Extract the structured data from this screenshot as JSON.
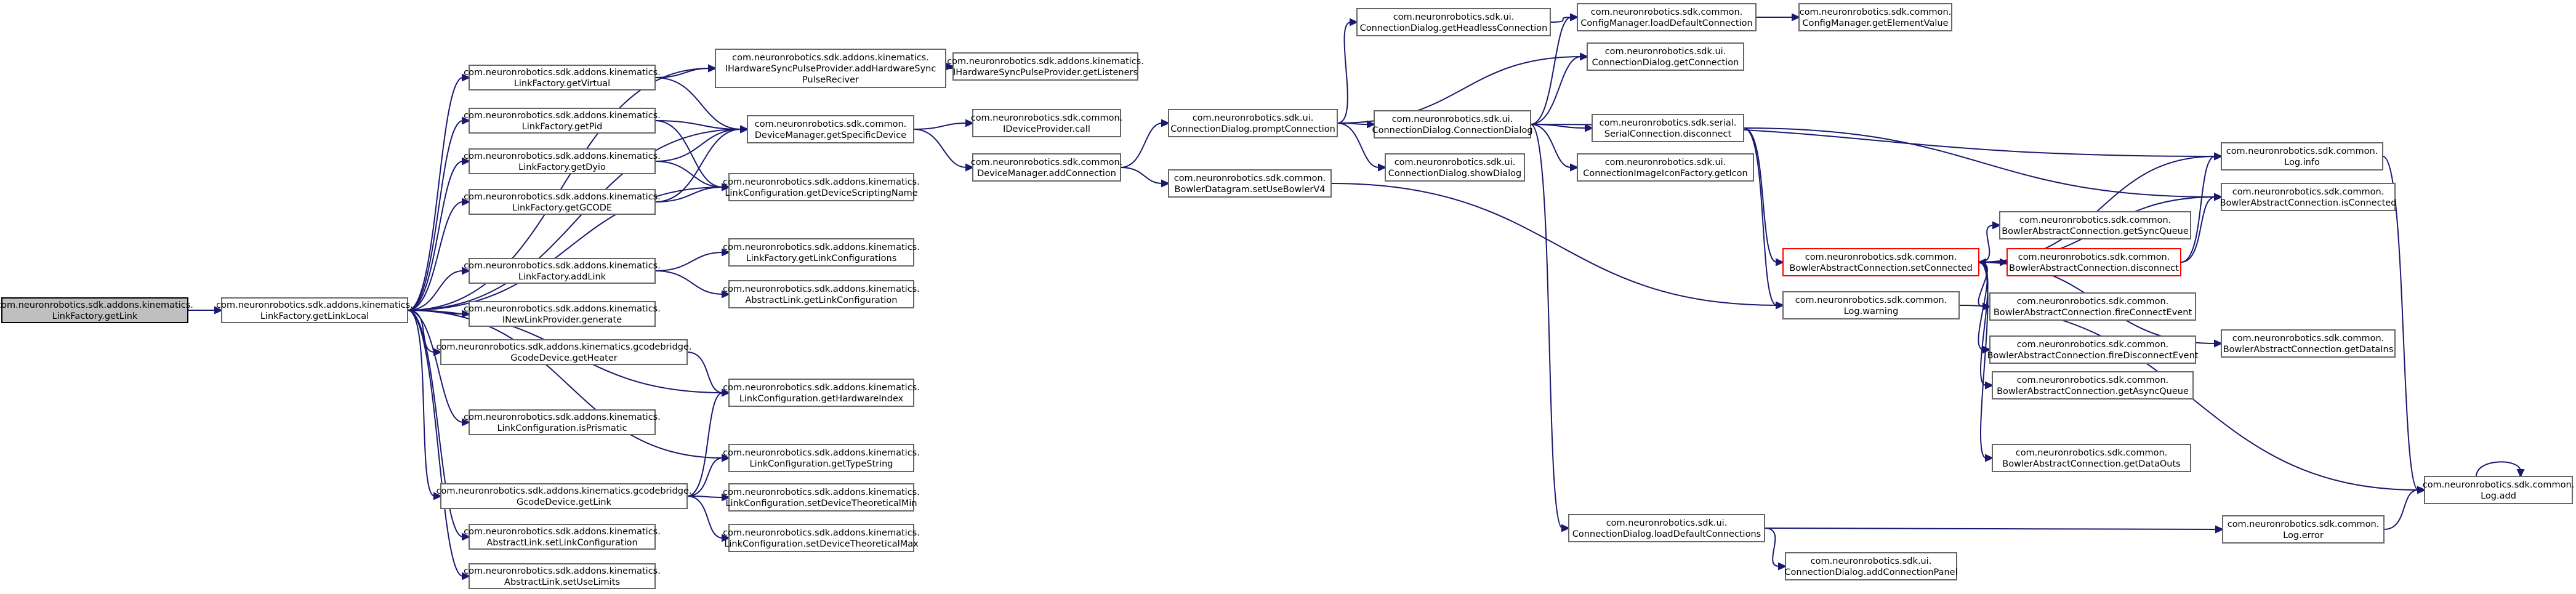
{
  "graph": {
    "colors": {
      "edge": "#191970",
      "node_border": "#666666",
      "node_fill": "#ffffff",
      "root_fill": "#bfbfbf",
      "root_border": "#000000",
      "truncated_border": "#ff0000"
    },
    "nodes": [
      {
        "id": "n_getLink",
        "lines": [
          "com.neuronrobotics.sdk.addons.kinematics.",
          "LinkFactory.getLink"
        ],
        "style": "root"
      },
      {
        "id": "n_getLinkLocal",
        "lines": [
          "com.neuronrobotics.sdk.addons.kinematics.",
          "LinkFactory.getLinkLocal"
        ],
        "style": "normal"
      },
      {
        "id": "n_getVirtual",
        "lines": [
          "com.neuronrobotics.sdk.addons.kinematics.",
          "LinkFactory.getVirtual"
        ],
        "style": "normal"
      },
      {
        "id": "n_getPid",
        "lines": [
          "com.neuronrobotics.sdk.addons.kinematics.",
          "LinkFactory.getPid"
        ],
        "style": "normal"
      },
      {
        "id": "n_getDyio",
        "lines": [
          "com.neuronrobotics.sdk.addons.kinematics.",
          "LinkFactory.getDyio"
        ],
        "style": "normal"
      },
      {
        "id": "n_getGCODE",
        "lines": [
          "com.neuronrobotics.sdk.addons.kinematics.",
          "LinkFactory.getGCODE"
        ],
        "style": "normal"
      },
      {
        "id": "n_addLink",
        "lines": [
          "com.neuronrobotics.sdk.addons.kinematics.",
          "LinkFactory.addLink"
        ],
        "style": "normal"
      },
      {
        "id": "n_generate",
        "lines": [
          "com.neuronrobotics.sdk.addons.kinematics.",
          "INewLinkProvider.generate"
        ],
        "style": "normal"
      },
      {
        "id": "n_getHeater",
        "lines": [
          "com.neuronrobotics.sdk.addons.kinematics.gcodebridge.",
          "GcodeDevice.getHeater"
        ],
        "style": "normal"
      },
      {
        "id": "n_isPrismatic",
        "lines": [
          "com.neuronrobotics.sdk.addons.kinematics.",
          "LinkConfiguration.isPrismatic"
        ],
        "style": "normal"
      },
      {
        "id": "n_gcodeGetLink",
        "lines": [
          "com.neuronrobotics.sdk.addons.kinematics.gcodebridge.",
          "GcodeDevice.getLink"
        ],
        "style": "normal"
      },
      {
        "id": "n_setLinkConfig",
        "lines": [
          "com.neuronrobotics.sdk.addons.kinematics.",
          "AbstractLink.setLinkConfiguration"
        ],
        "style": "normal"
      },
      {
        "id": "n_setUseLimits",
        "lines": [
          "com.neuronrobotics.sdk.addons.kinematics.",
          "AbstractLink.setUseLimits"
        ],
        "style": "normal"
      },
      {
        "id": "n_addHwSync",
        "lines": [
          "com.neuronrobotics.sdk.addons.kinematics.",
          "IHardwareSyncPulseProvider.addHardwareSync",
          "PulseReciver"
        ],
        "style": "normal"
      },
      {
        "id": "n_getListeners",
        "lines": [
          "com.neuronrobotics.sdk.addons.kinematics.",
          "IHardwareSyncPulseProvider.getListeners"
        ],
        "style": "normal"
      },
      {
        "id": "n_getSpecificDevice",
        "lines": [
          "com.neuronrobotics.sdk.common.",
          "DeviceManager.getSpecificDevice"
        ],
        "style": "normal"
      },
      {
        "id": "n_getDeviceScriptingName",
        "lines": [
          "com.neuronrobotics.sdk.addons.kinematics.",
          "LinkConfiguration.getDeviceScriptingName"
        ],
        "style": "normal"
      },
      {
        "id": "n_getLinkConfigurations",
        "lines": [
          "com.neuronrobotics.sdk.addons.kinematics.",
          "LinkFactory.getLinkConfigurations"
        ],
        "style": "normal"
      },
      {
        "id": "n_abstractGetLinkConfig",
        "lines": [
          "com.neuronrobotics.sdk.addons.kinematics.",
          "AbstractLink.getLinkConfiguration"
        ],
        "style": "normal"
      },
      {
        "id": "n_getHardwareIndex",
        "lines": [
          "com.neuronrobotics.sdk.addons.kinematics.",
          "LinkConfiguration.getHardwareIndex"
        ],
        "style": "normal"
      },
      {
        "id": "n_getTypeString",
        "lines": [
          "com.neuronrobotics.sdk.addons.kinematics.",
          "LinkConfiguration.getTypeString"
        ],
        "style": "normal"
      },
      {
        "id": "n_setTheoMin",
        "lines": [
          "com.neuronrobotics.sdk.addons.kinematics.",
          "LinkConfiguration.setDeviceTheoreticalMin"
        ],
        "style": "normal"
      },
      {
        "id": "n_setTheoMax",
        "lines": [
          "com.neuronrobotics.sdk.addons.kinematics.",
          "LinkConfiguration.setDeviceTheoreticalMax"
        ],
        "style": "normal"
      },
      {
        "id": "n_providerCall",
        "lines": [
          "com.neuronrobotics.sdk.common.",
          "IDeviceProvider.call"
        ],
        "style": "normal"
      },
      {
        "id": "n_addConnection",
        "lines": [
          "com.neuronrobotics.sdk.common.",
          "DeviceManager.addConnection"
        ],
        "style": "normal"
      },
      {
        "id": "n_promptConnection",
        "lines": [
          "com.neuronrobotics.sdk.ui.",
          "ConnectionDialog.promptConnection"
        ],
        "style": "normal"
      },
      {
        "id": "n_setUseBowlerV4",
        "lines": [
          "com.neuronrobotics.sdk.common.",
          "BowlerDatagram.setUseBowlerV4"
        ],
        "style": "normal"
      },
      {
        "id": "n_getHeadless",
        "lines": [
          "com.neuronrobotics.sdk.ui.",
          "ConnectionDialog.getHeadlessConnection"
        ],
        "style": "normal"
      },
      {
        "id": "n_connDialogCtor",
        "lines": [
          "com.neuronrobotics.sdk.ui.",
          "ConnectionDialog.ConnectionDialog"
        ],
        "style": "normal"
      },
      {
        "id": "n_showDialog",
        "lines": [
          "com.neuronrobotics.sdk.ui.",
          "ConnectionDialog.showDialog"
        ],
        "style": "normal"
      },
      {
        "id": "n_loadDefaultConn",
        "lines": [
          "com.neuronrobotics.sdk.common.",
          "ConfigManager.loadDefaultConnection"
        ],
        "style": "normal"
      },
      {
        "id": "n_getElementValue",
        "lines": [
          "com.neuronrobotics.sdk.common.",
          "ConfigManager.getElementValue"
        ],
        "style": "normal"
      },
      {
        "id": "n_getConnection",
        "lines": [
          "com.neuronrobotics.sdk.ui.",
          "ConnectionDialog.getConnection"
        ],
        "style": "normal"
      },
      {
        "id": "n_serialDisconnect",
        "lines": [
          "com.neuronrobotics.sdk.serial.",
          "SerialConnection.disconnect"
        ],
        "style": "normal"
      },
      {
        "id": "n_getIcon",
        "lines": [
          "com.neuronrobotics.sdk.ui.",
          "ConnectionImageIconFactory.getIcon"
        ],
        "style": "normal"
      },
      {
        "id": "n_loadDefaultConnections",
        "lines": [
          "com.neuronrobotics.sdk.ui.",
          "ConnectionDialog.loadDefaultConnections"
        ],
        "style": "normal"
      },
      {
        "id": "n_addConnectionPanel",
        "lines": [
          "com.neuronrobotics.sdk.ui.",
          "ConnectionDialog.addConnectionPanel"
        ],
        "style": "normal"
      },
      {
        "id": "n_setConnected",
        "lines": [
          "com.neuronrobotics.sdk.common.",
          "BowlerAbstractConnection.setConnected"
        ],
        "style": "truncated"
      },
      {
        "id": "n_logWarning",
        "lines": [
          "com.neuronrobotics.sdk.common.",
          "Log.warning"
        ],
        "style": "normal"
      },
      {
        "id": "n_getSyncQueue",
        "lines": [
          "com.neuronrobotics.sdk.common.",
          "BowlerAbstractConnection.getSyncQueue"
        ],
        "style": "normal"
      },
      {
        "id": "n_bacDisconnect",
        "lines": [
          "com.neuronrobotics.sdk.common.",
          "BowlerAbstractConnection.disconnect"
        ],
        "style": "truncated"
      },
      {
        "id": "n_fireConnect",
        "lines": [
          "com.neuronrobotics.sdk.common.",
          "BowlerAbstractConnection.fireConnectEvent"
        ],
        "style": "normal"
      },
      {
        "id": "n_fireDisconnect",
        "lines": [
          "com.neuronrobotics.sdk.common.",
          "BowlerAbstractConnection.fireDisconnectEvent"
        ],
        "style": "normal"
      },
      {
        "id": "n_getAsyncQueue",
        "lines": [
          "com.neuronrobotics.sdk.common.",
          "BowlerAbstractConnection.getAsyncQueue"
        ],
        "style": "normal"
      },
      {
        "id": "n_getDataOuts",
        "lines": [
          "com.neuronrobotics.sdk.common.",
          "BowlerAbstractConnection.getDataOuts"
        ],
        "style": "normal"
      },
      {
        "id": "n_logInfo",
        "lines": [
          "com.neuronrobotics.sdk.common.",
          "Log.info"
        ],
        "style": "normal"
      },
      {
        "id": "n_isConnected",
        "lines": [
          "com.neuronrobotics.sdk.common.",
          "BowlerAbstractConnection.isConnected"
        ],
        "style": "normal"
      },
      {
        "id": "n_getDataIns",
        "lines": [
          "com.neuronrobotics.sdk.common.",
          "BowlerAbstractConnection.getDataIns"
        ],
        "style": "normal"
      },
      {
        "id": "n_logError",
        "lines": [
          "com.neuronrobotics.sdk.common.",
          "Log.error"
        ],
        "style": "normal"
      },
      {
        "id": "n_logAdd",
        "lines": [
          "com.neuronrobotics.sdk.common.",
          "Log.add"
        ],
        "style": "normal"
      }
    ],
    "edges": [
      [
        "n_getLink",
        "n_getLinkLocal"
      ],
      [
        "n_getLinkLocal",
        "n_getVirtual"
      ],
      [
        "n_getLinkLocal",
        "n_getPid"
      ],
      [
        "n_getLinkLocal",
        "n_getDyio"
      ],
      [
        "n_getLinkLocal",
        "n_getGCODE"
      ],
      [
        "n_getLinkLocal",
        "n_addLink"
      ],
      [
        "n_getLinkLocal",
        "n_generate"
      ],
      [
        "n_getLinkLocal",
        "n_getHeater"
      ],
      [
        "n_getLinkLocal",
        "n_isPrismatic"
      ],
      [
        "n_getLinkLocal",
        "n_gcodeGetLink"
      ],
      [
        "n_getLinkLocal",
        "n_setLinkConfig"
      ],
      [
        "n_getLinkLocal",
        "n_setUseLimits"
      ],
      [
        "n_getLinkLocal",
        "n_addHwSync"
      ],
      [
        "n_getLinkLocal",
        "n_getSpecificDevice"
      ],
      [
        "n_getLinkLocal",
        "n_getDeviceScriptingName"
      ],
      [
        "n_getLinkLocal",
        "n_getHardwareIndex"
      ],
      [
        "n_getLinkLocal",
        "n_getTypeString"
      ],
      [
        "n_getVirtual",
        "n_addHwSync"
      ],
      [
        "n_getVirtual",
        "n_getSpecificDevice"
      ],
      [
        "n_getPid",
        "n_getSpecificDevice"
      ],
      [
        "n_getPid",
        "n_getDeviceScriptingName"
      ],
      [
        "n_getDyio",
        "n_getSpecificDevice"
      ],
      [
        "n_getDyio",
        "n_getDeviceScriptingName"
      ],
      [
        "n_getGCODE",
        "n_getSpecificDevice"
      ],
      [
        "n_getGCODE",
        "n_getDeviceScriptingName"
      ],
      [
        "n_addLink",
        "n_getLinkConfigurations"
      ],
      [
        "n_addLink",
        "n_abstractGetLinkConfig"
      ],
      [
        "n_getHeater",
        "n_getHardwareIndex"
      ],
      [
        "n_gcodeGetLink",
        "n_getHardwareIndex"
      ],
      [
        "n_gcodeGetLink",
        "n_getTypeString"
      ],
      [
        "n_gcodeGetLink",
        "n_setTheoMin"
      ],
      [
        "n_gcodeGetLink",
        "n_setTheoMax"
      ],
      [
        "n_addHwSync",
        "n_getListeners"
      ],
      [
        "n_getSpecificDevice",
        "n_providerCall"
      ],
      [
        "n_getSpecificDevice",
        "n_addConnection"
      ],
      [
        "n_addConnection",
        "n_promptConnection"
      ],
      [
        "n_addConnection",
        "n_setUseBowlerV4"
      ],
      [
        "n_promptConnection",
        "n_getHeadless"
      ],
      [
        "n_promptConnection",
        "n_connDialogCtor"
      ],
      [
        "n_promptConnection",
        "n_showDialog"
      ],
      [
        "n_promptConnection",
        "n_getConnection"
      ],
      [
        "n_getHeadless",
        "n_loadDefaultConn"
      ],
      [
        "n_loadDefaultConn",
        "n_getElementValue"
      ],
      [
        "n_connDialogCtor",
        "n_loadDefaultConn"
      ],
      [
        "n_connDialogCtor",
        "n_getConnection"
      ],
      [
        "n_connDialogCtor",
        "n_serialDisconnect"
      ],
      [
        "n_connDialogCtor",
        "n_getIcon"
      ],
      [
        "n_connDialogCtor",
        "n_loadDefaultConnections"
      ],
      [
        "n_connDialogCtor",
        "n_logInfo"
      ],
      [
        "n_setUseBowlerV4",
        "n_logWarning"
      ],
      [
        "n_serialDisconnect",
        "n_setConnected"
      ],
      [
        "n_serialDisconnect",
        "n_logWarning"
      ],
      [
        "n_serialDisconnect",
        "n_isConnected"
      ],
      [
        "n_setConnected",
        "n_getSyncQueue"
      ],
      [
        "n_setConnected",
        "n_bacDisconnect"
      ],
      [
        "n_setConnected",
        "n_fireConnect"
      ],
      [
        "n_setConnected",
        "n_fireDisconnect"
      ],
      [
        "n_setConnected",
        "n_getAsyncQueue"
      ],
      [
        "n_setConnected",
        "n_getDataOuts"
      ],
      [
        "n_setConnected",
        "n_getDataIns"
      ],
      [
        "n_setConnected",
        "n_isConnected"
      ],
      [
        "n_setConnected",
        "n_logInfo"
      ],
      [
        "n_bacDisconnect",
        "n_setConnected"
      ],
      [
        "n_bacDisconnect",
        "n_logInfo"
      ],
      [
        "n_bacDisconnect",
        "n_isConnected"
      ],
      [
        "n_logWarning",
        "n_logAdd"
      ],
      [
        "n_logInfo",
        "n_logAdd"
      ],
      [
        "n_loadDefaultConnections",
        "n_addConnectionPanel"
      ],
      [
        "n_loadDefaultConnections",
        "n_logError"
      ],
      [
        "n_logError",
        "n_logAdd"
      ],
      [
        "n_logAdd",
        "n_logAdd"
      ]
    ]
  }
}
